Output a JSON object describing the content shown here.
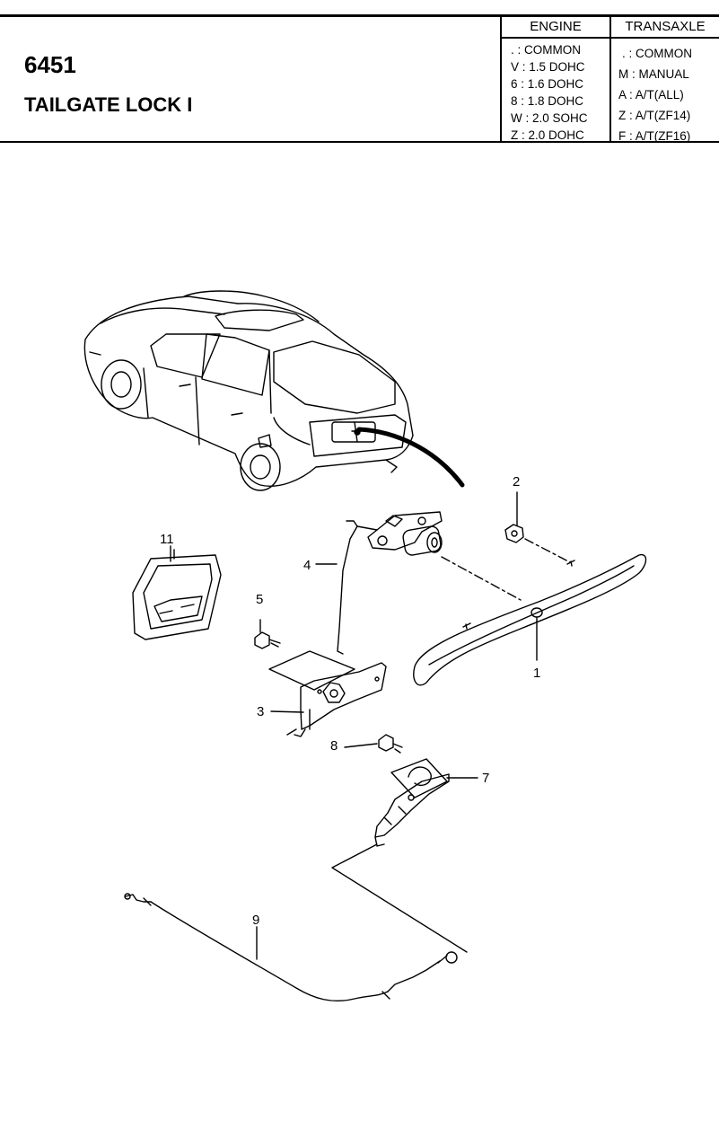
{
  "header": {
    "code": "6451",
    "title": "TAILGATE LOCK I",
    "engine": {
      "heading": "ENGINE",
      "rows": [
        ". : COMMON",
        "V : 1.5 DOHC",
        "6 : 1.6 DOHC",
        "8 : 1.8 DOHC",
        "W : 2.0 SOHC",
        "Z : 2.0 DOHC"
      ]
    },
    "transaxle": {
      "heading": "TRANSAXLE",
      "rows": [
        ". : COMMON",
        "M : MANUAL",
        "A : A/T(ALL)",
        "Z : A/T(ZF14)",
        "F : A/T(ZF16)"
      ]
    }
  },
  "callouts": [
    "1",
    "2",
    "3",
    "4",
    "5",
    "7",
    "8",
    "9",
    "11"
  ]
}
